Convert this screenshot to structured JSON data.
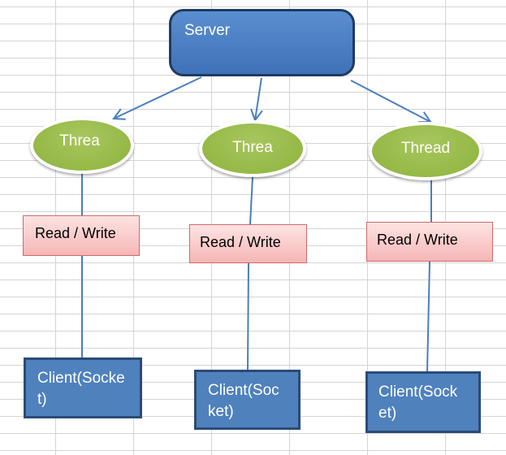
{
  "server": {
    "label": "Server"
  },
  "threads": [
    {
      "label": "Threa"
    },
    {
      "label": "Threa"
    },
    {
      "label": "Thread"
    }
  ],
  "read_write": [
    {
      "label": "Read / Write"
    },
    {
      "label": "Read / Write"
    },
    {
      "label": "Read / Write"
    }
  ],
  "clients": [
    {
      "line1": "Client(Socke",
      "line2": "t)"
    },
    {
      "line1": "Client(Soc",
      "line2": "ket)"
    },
    {
      "line1": "Client(Sock",
      "line2": "et)"
    }
  ],
  "colors": {
    "server_fill": "#4f81bd",
    "thread_fill": "#9bbb59",
    "read_write_fill": "#f9c9c9",
    "client_fill": "#4f81bd",
    "connector": "#4a7ebb"
  }
}
